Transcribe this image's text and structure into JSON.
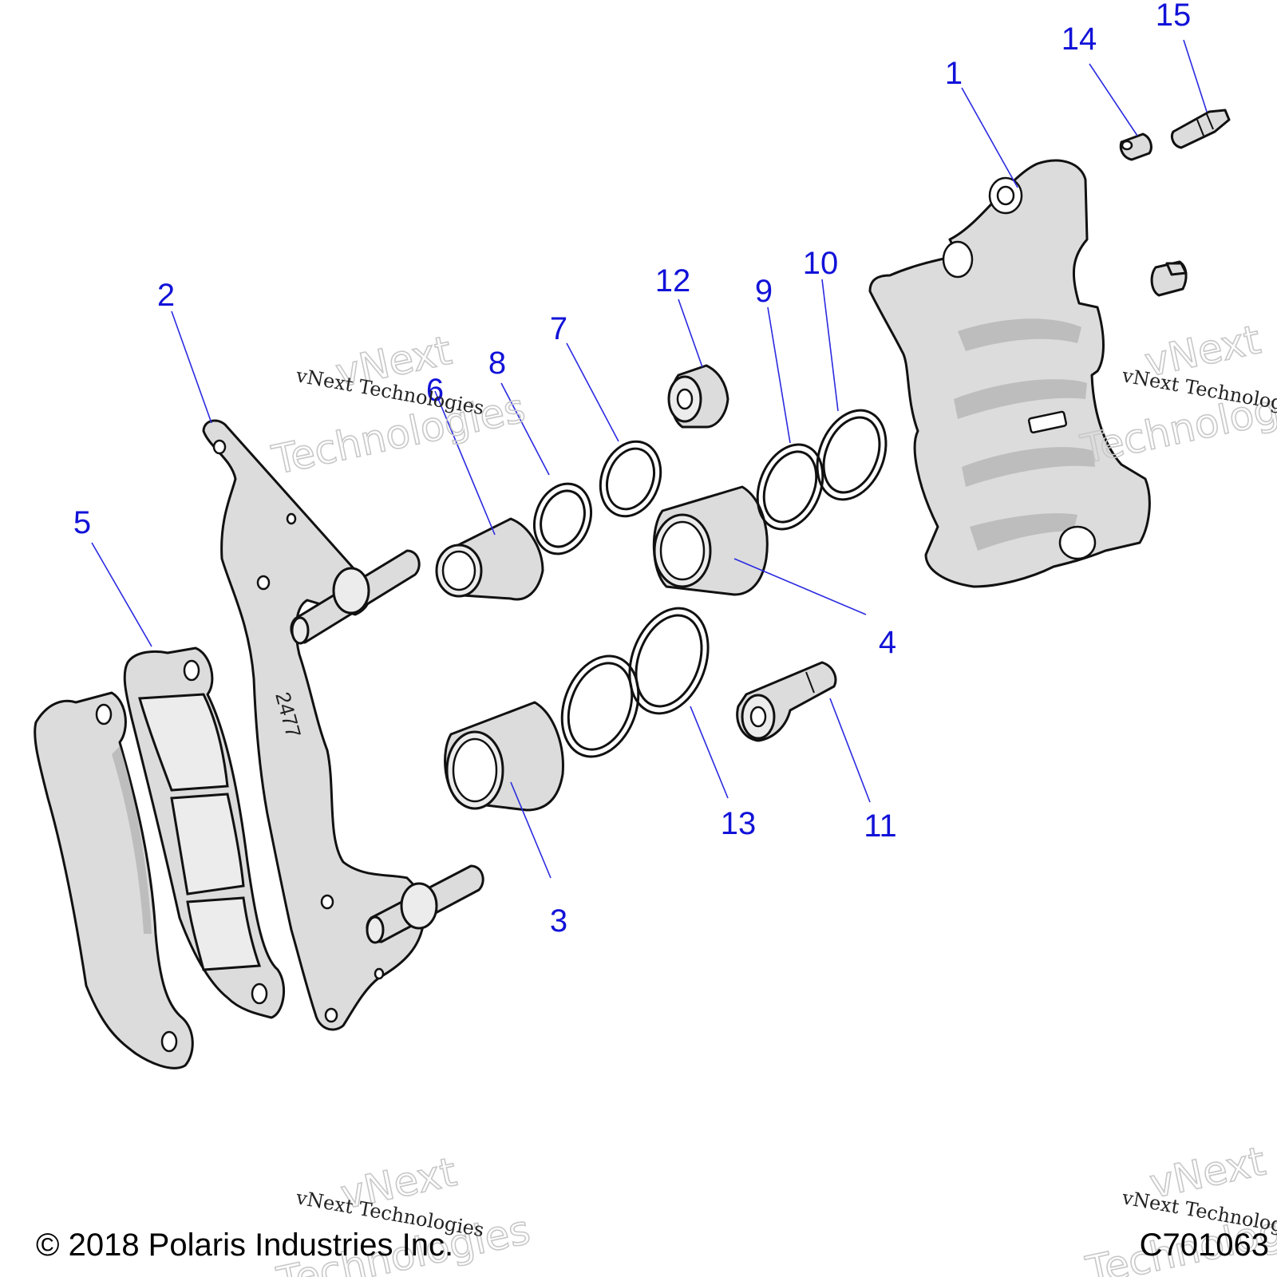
{
  "callouts": [
    "1",
    "2",
    "3",
    "4",
    "5",
    "6",
    "7",
    "8",
    "9",
    "10",
    "11",
    "12",
    "13",
    "14",
    "15"
  ],
  "part_stamp": "2477",
  "watermark": {
    "line_small": "vNext Technologies",
    "line_big_1": "vNext",
    "line_big_2": "Technologies"
  },
  "footer": {
    "copyright": "© 2018 Polaris Industries Inc.",
    "drawing_code": "C701063"
  },
  "colors": {
    "callout": "#1212d8",
    "part_fill": "#dcdcdc",
    "outline": "#111111"
  }
}
